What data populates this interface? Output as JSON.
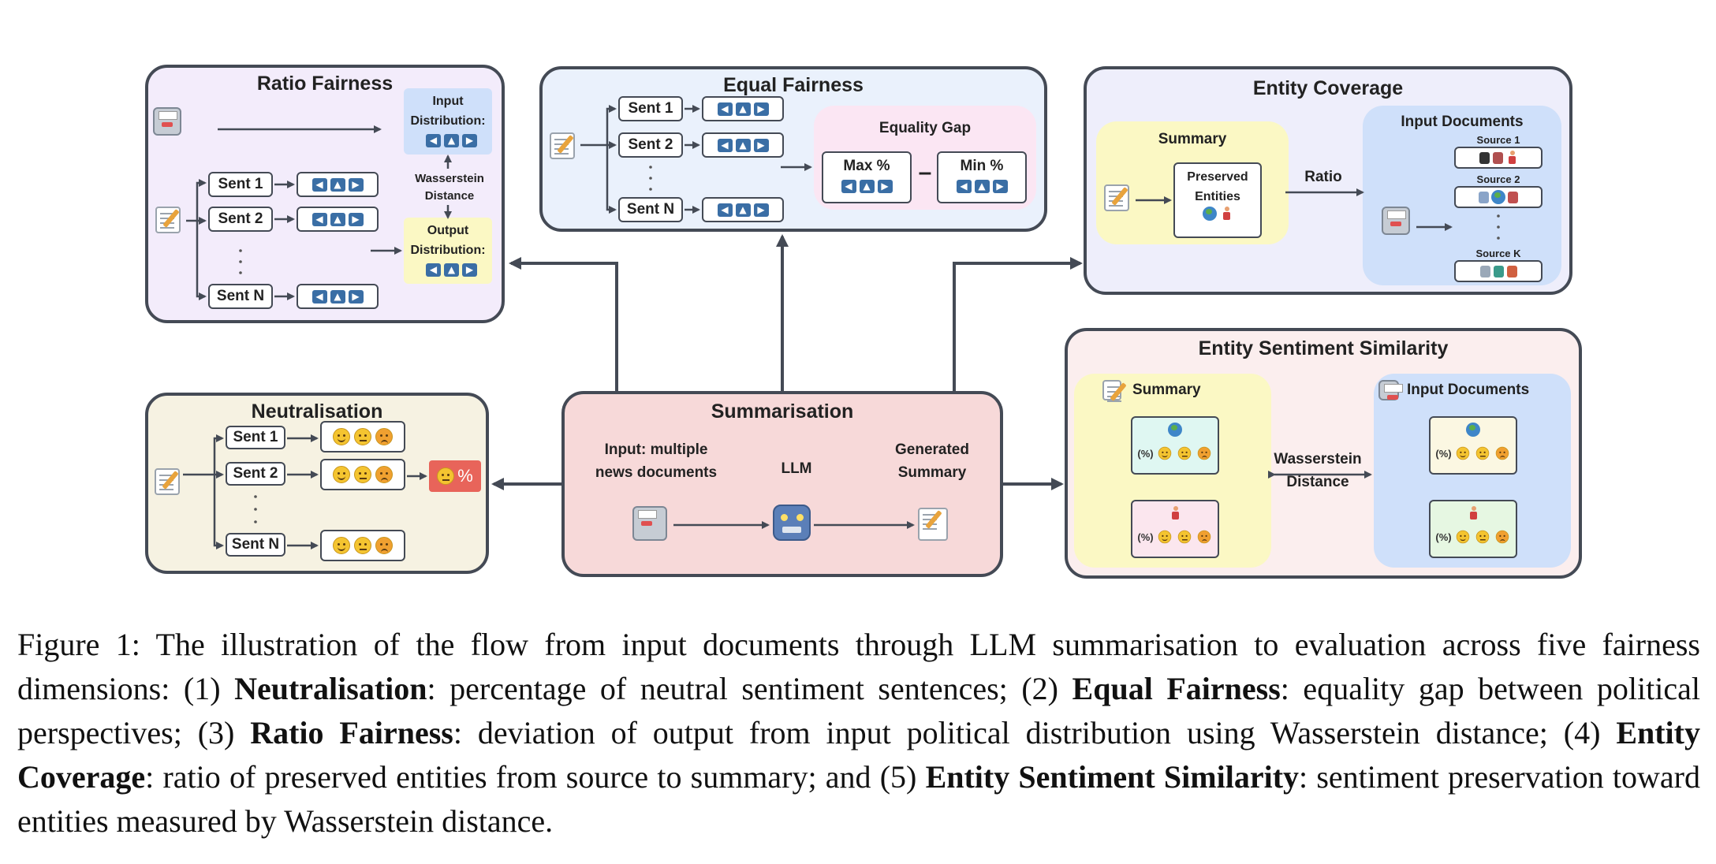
{
  "figure": {
    "ratio_fairness": {
      "title": "Ratio Fairness",
      "input_label": "Input Distribution:",
      "distance_label": "Wasserstein Distance",
      "output_label": "Output Distribution:",
      "sentences": [
        "Sent 1",
        "Sent 2",
        "Sent N"
      ]
    },
    "equal_fairness": {
      "title": "Equal Fairness",
      "sentences": [
        "Sent 1",
        "Sent 2",
        "Sent N"
      ],
      "gap_title": "Equality Gap",
      "max_label": "Max %",
      "min_label": "Min %",
      "minus": "–"
    },
    "entity_coverage": {
      "title": "Entity Coverage",
      "summary_title": "Summary",
      "preserved_label": "Preserved Entities",
      "ratio_label": "Ratio",
      "input_title": "Input Documents",
      "sources": [
        "Source 1",
        "Source 2",
        "Source K"
      ]
    },
    "neutralisation": {
      "title": "Neutralisation",
      "sentences": [
        "Sent 1",
        "Sent 2",
        "Sent N"
      ],
      "percent_symbol": "%"
    },
    "summarisation": {
      "title": "Summarisation",
      "input_label": "Input: multiple news documents",
      "llm_label": "LLM",
      "output_label": "Generated Summary"
    },
    "entity_sentiment": {
      "title": "Entity Sentiment Similarity",
      "summary_title": "Summary",
      "input_title": "Input Documents",
      "distance_label": "Wasserstein Distance",
      "pct_label": "(%)"
    }
  },
  "caption": {
    "prefix": "Figure 1: The illustration of the flow from input documents through LLM summarisation to evaluation across five fairness dimensions: (1) ",
    "t1": "Neutralisation",
    "d1": ": percentage of neutral sentiment sentences; (2) ",
    "t2": "Equal Fairness",
    "d2": ": equality gap between political perspectives; (3) ",
    "t3": "Ratio Fairness",
    "d3": ": deviation of output from input political distribution using Wasserstein distance; (4) ",
    "t4": "Entity Coverage",
    "d4": ": ratio of preserved entities from source to summary; and (5) ",
    "t5": "Entity Sentiment Similarity",
    "d5": ": sentiment preservation toward entities measured by Wasserstein distance."
  },
  "colors": {
    "ratio_bg": "#f3ecfb",
    "equal_bg": "#eaf1fc",
    "coverage_bg": "#eeeefb",
    "neutral_bg": "#f6f2e2",
    "summ_bg": "#f7d9d9",
    "sentiment_bg": "#fbeeee",
    "yellow_sub": "#fbf8c4",
    "blue_sub": "#cfe0fa",
    "pink_sub": "#fbe6f3",
    "polar_blue": "#3a6ea5",
    "neutral_badge": "#e8645a",
    "border": "#444a55"
  }
}
